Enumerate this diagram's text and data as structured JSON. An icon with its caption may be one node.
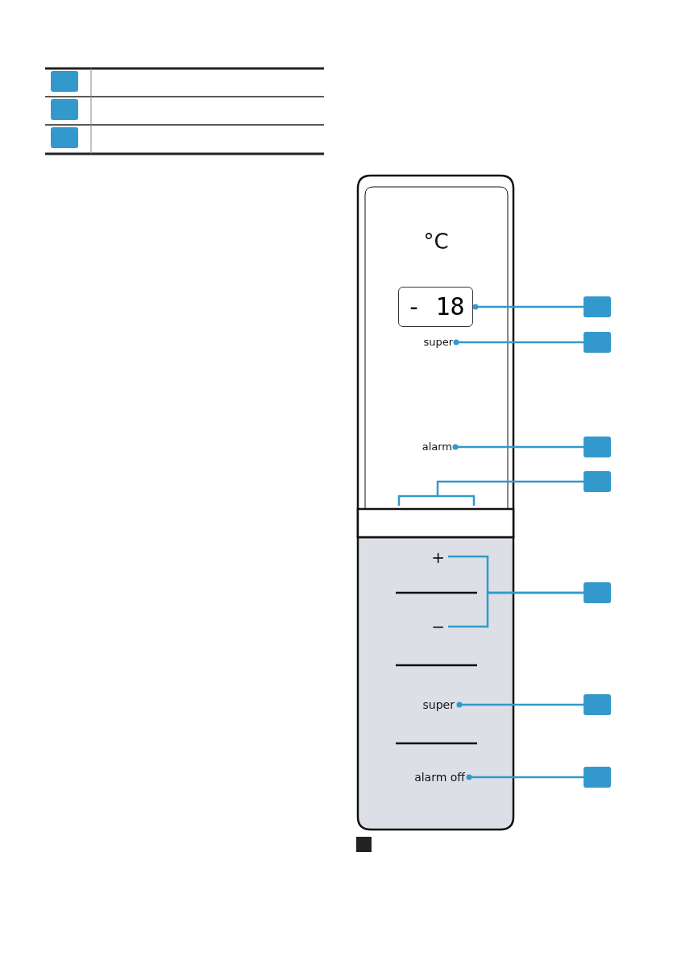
{
  "diagram": {
    "nodes": [
      {
        "text": [],
        "shape": "box"
      },
      {
        "text": [],
        "shape": "box"
      },
      {
        "text": [],
        "shape": "box"
      },
      {
        "text": [
          "- 18"
        ]
      },
      {
        "text": [
          "super"
        ]
      },
      {
        "text": [
          "alarm"
        ]
      },
      {
        "text": [
          "+"
        ]
      },
      {
        "text": [
          "−"
        ]
      },
      {
        "text": [
          "super"
        ]
      },
      {
        "text": [
          "alarm off"
        ]
      },
      {
        "text": [],
        "shape": "box"
      },
      {
        "text": [],
        "shape": "box"
      },
      {
        "text": [],
        "shape": "box"
      },
      {
        "text": [],
        "shape": "box"
      },
      {
        "text": [],
        "shape": "box"
      },
      {
        "text": [],
        "shape": "box"
      },
      {
        "text": [],
        "shape": "box"
      }
    ],
    "edges": [
      {
        "from": 10,
        "to": 3,
        "arrow": "other"
      },
      {
        "from": 11,
        "to": 4,
        "arrow": "other"
      },
      {
        "from": 12,
        "to": 5,
        "arrow": "other"
      },
      {
        "from": 13,
        "to": null,
        "arrow": "none"
      },
      {
        "from": 14,
        "to": 6,
        "arrow": "none"
      },
      {
        "from": 14,
        "to": 7,
        "arrow": "none"
      },
      {
        "from": 15,
        "to": 8,
        "arrow": "other"
      },
      {
        "from": 16,
        "to": 9,
        "arrow": "other"
      }
    ],
    "labels": [
      "°C"
    ]
  }
}
